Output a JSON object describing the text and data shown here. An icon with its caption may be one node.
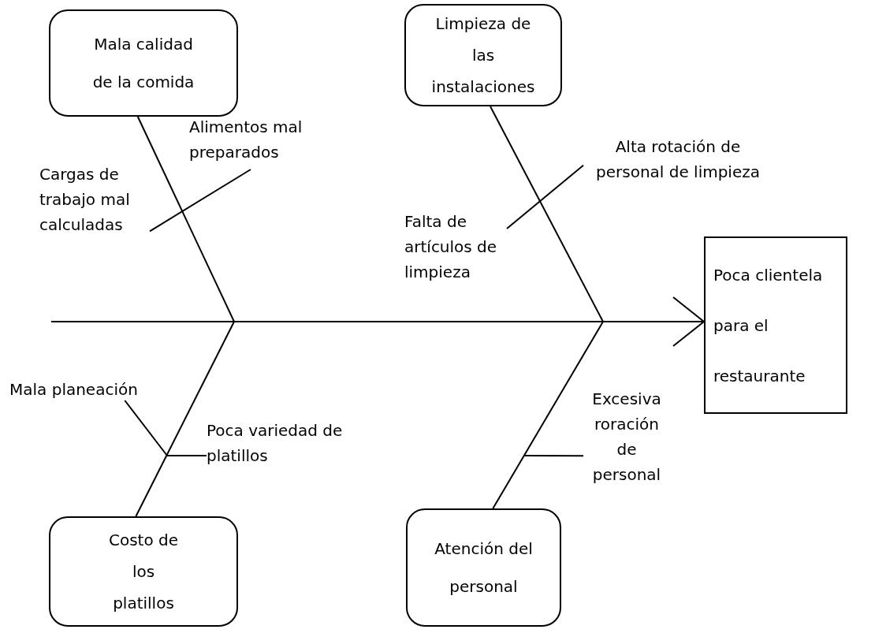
{
  "diagram": {
    "nodes": [
      {
        "text": [
          "Mala calidad de la comida"
        ]
      },
      {
        "text": [
          "Limpieza de las instalaciones"
        ]
      },
      {
        "text": [
          "Costo de los platillos"
        ]
      },
      {
        "text": [
          "Atención del personal"
        ]
      },
      {
        "text": [
          "Poca clientela para el restaurante"
        ]
      },
      {
        "text": [
          "Alimentos mal preparados"
        ]
      },
      {
        "text": [
          "Cargas de trabajo mal calculadas"
        ]
      },
      {
        "text": [
          "Alta rotación de personal de limpieza"
        ]
      },
      {
        "text": [
          "Falta de artículos de limpieza"
        ]
      },
      {
        "text": [
          "Mala planeación"
        ]
      },
      {
        "text": [
          "Poca variedad de platillos"
        ]
      },
      {
        "text": [
          "Excesiva roración de personal"
        ]
      }
    ],
    "edges": [
      {
        "from": null,
        "to": 4,
        "arrow": "to"
      },
      {
        "from": 0,
        "to": null,
        "arrow": "none"
      },
      {
        "from": 1,
        "to": null,
        "arrow": "none"
      },
      {
        "from": 2,
        "to": null,
        "arrow": "none"
      },
      {
        "from": 3,
        "to": null,
        "arrow": "none"
      },
      {
        "from": 6,
        "to": 5,
        "arrow": "none"
      },
      {
        "from": 8,
        "to": 7,
        "arrow": "none"
      },
      {
        "from": 9,
        "to": null,
        "arrow": "none"
      },
      {
        "from": 10,
        "to": null,
        "arrow": "none"
      },
      {
        "from": 11,
        "to": null,
        "arrow": "none"
      }
    ]
  }
}
